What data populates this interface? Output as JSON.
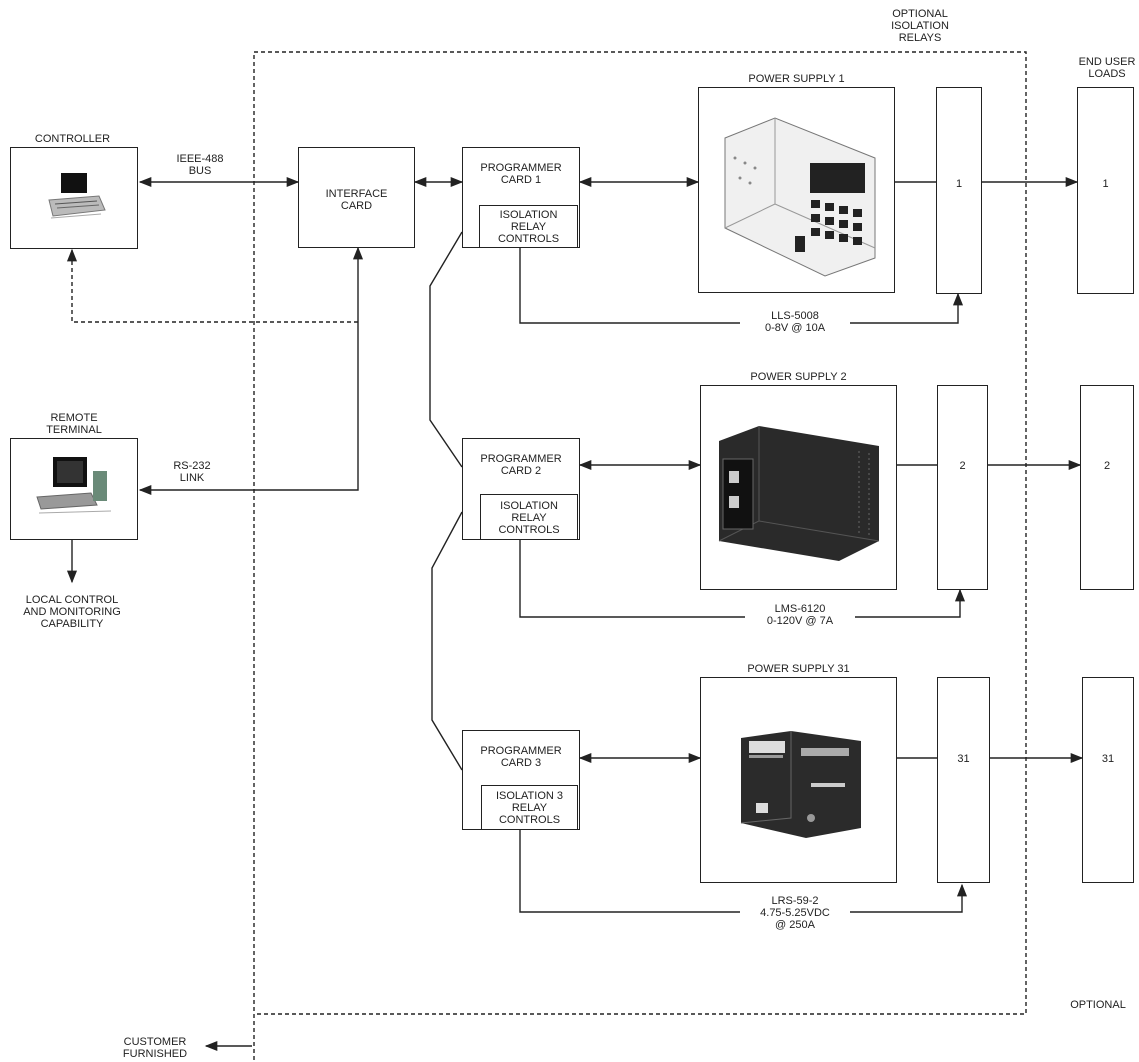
{
  "labels": {
    "optional_isolation_relays": [
      "OPTIONAL",
      "ISOLATION",
      "RELAYS"
    ],
    "end_user_loads": [
      "END USER",
      "LOADS"
    ],
    "controller": "CONTROLLER",
    "ieee_bus": [
      "IEEE-488",
      "BUS"
    ],
    "interface_card": [
      "INTERFACE",
      "CARD"
    ],
    "remote_terminal": [
      "REMOTE",
      "TERMINAL"
    ],
    "rs232_link": [
      "RS-232",
      "LINK"
    ],
    "local_control": [
      "LOCAL CONTROL",
      "AND MONITORING",
      "CAPABILITY"
    ],
    "optional_bottom": "OPTIONAL",
    "customer_furnished": [
      "CUSTOMER",
      "FURNISHED"
    ]
  },
  "channels": [
    {
      "programmer": [
        "PROGRAMMER",
        "CARD 1"
      ],
      "isolation": [
        "ISOLATION",
        "RELAY",
        "CONTROLS"
      ],
      "supply_title": "POWER SUPPLY 1",
      "model": [
        "LLS-5008",
        "0-8V @ 10A"
      ],
      "relay_id": "1",
      "load_id": "1"
    },
    {
      "programmer": [
        "PROGRAMMER",
        "CARD 2"
      ],
      "isolation": [
        "ISOLATION",
        "RELAY",
        "CONTROLS"
      ],
      "supply_title": "POWER SUPPLY 2",
      "model": [
        "LMS-6120",
        "0-120V @ 7A"
      ],
      "relay_id": "2",
      "load_id": "2"
    },
    {
      "programmer": [
        "PROGRAMMER",
        "CARD 3"
      ],
      "isolation": [
        "ISOLATION 3",
        "RELAY",
        "CONTROLS"
      ],
      "supply_title": "POWER SUPPLY 31",
      "model": [
        "LRS-59-2",
        "4.75-5.25VDC",
        "@ 250A"
      ],
      "relay_id": "31",
      "load_id": "31"
    }
  ],
  "colors": {
    "ink": "#222222",
    "background": "#ffffff"
  }
}
